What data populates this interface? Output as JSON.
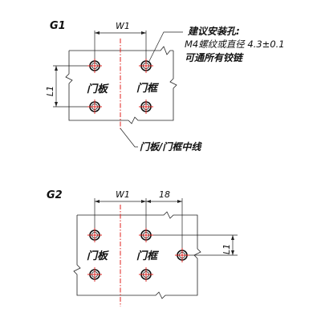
{
  "figure_g1": {
    "label": "G1",
    "dim_w1": "W1",
    "dim_l1": "L1",
    "door_leaf": "门板",
    "door_frame": "门框",
    "note_line1": "建议安装孔:",
    "note_line2": "M4螺纹或直径 4.3±0.1",
    "note_line3": "可通所有铰链",
    "centerline_label": "门板/门框中线"
  },
  "figure_g2": {
    "label": "G2",
    "dim_w1": "W1",
    "dim_18": "18",
    "dim_l1": "L1",
    "door_leaf": "门板",
    "door_frame": "门框"
  },
  "colors": {
    "centerline": "#e0201c",
    "hole_cross": "#e0201c",
    "line": "#222222"
  }
}
